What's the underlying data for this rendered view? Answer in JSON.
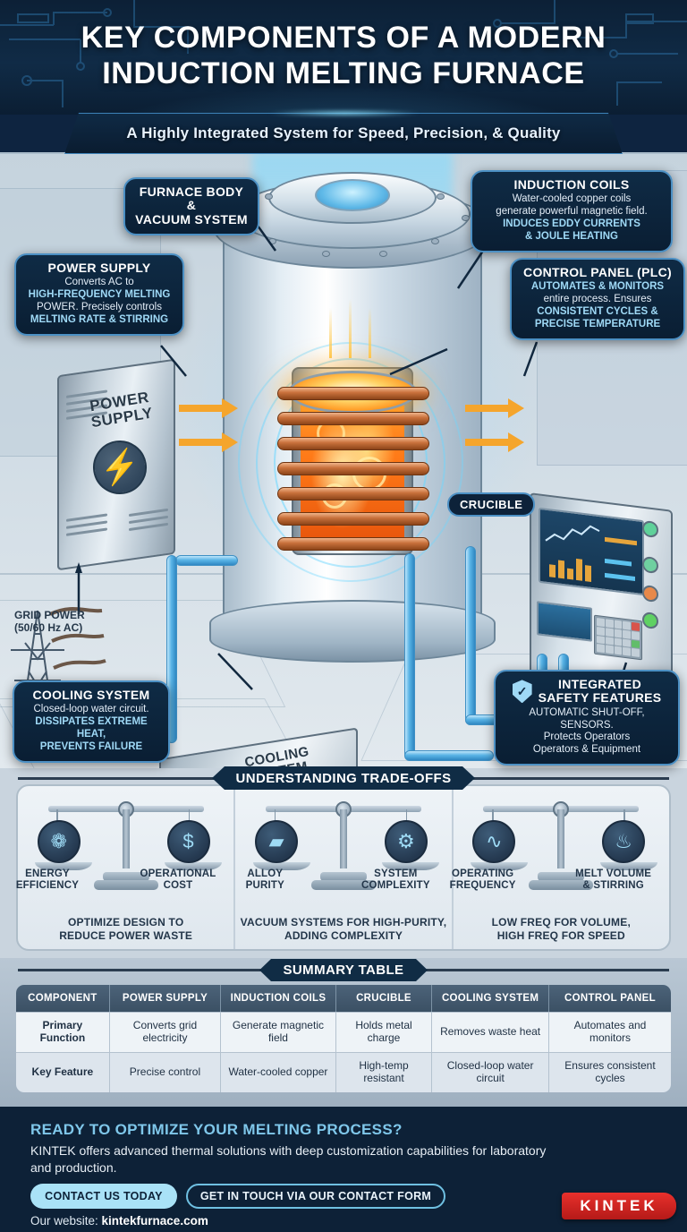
{
  "header": {
    "title_line1": "KEY COMPONENTS OF A MODERN",
    "title_line2": "INDUCTION MELTING FURNACE",
    "subtitle": "A Highly Integrated System for Speed, Precision, & Quality"
  },
  "colors": {
    "header_bg": "#0e2440",
    "callout_bg": "#0f2b45",
    "callout_border": "#4c90c4",
    "accent_cyan": "#9fd9f6",
    "accent_orange": "#f5a52c",
    "melt_orange": "#ff7a18",
    "brand_red": "#e8302c",
    "footer_bg": "#0d2137"
  },
  "diagram": {
    "callouts": [
      {
        "id": "furnace-body",
        "title": "FURNACE BODY &\nVACUUM SYSTEM",
        "title_l1": "FURNACE BODY &",
        "title_l2": "VACUUM SYSTEM",
        "body": ""
      },
      {
        "id": "power-supply",
        "title": "POWER SUPPLY",
        "body_l1": "Converts AC to",
        "body_l2": "HIGH-FREQUENCY MELTING",
        "body_l3": "POWER. Precisely controls",
        "body_l4": "MELTING RATE & STIRRING"
      },
      {
        "id": "induction-coils",
        "title": "INDUCTION COILS",
        "body_l1": "Water-cooled copper coils",
        "body_l2": "generate powerful magnetic field.",
        "body_l3": "INDUCES EDDY CURRENTS",
        "body_l4": "& JOULE HEATING"
      },
      {
        "id": "control-panel",
        "title": "CONTROL PANEL (PLC)",
        "body_l1": "AUTOMATES & MONITORS",
        "body_l2": "entire process. Ensures",
        "body_l3": "CONSISTENT CYCLES &",
        "body_l4": "PRECISE TEMPERATURE"
      },
      {
        "id": "cooling-system",
        "title": "COOLING SYSTEM",
        "body_l1": "Closed-loop water circuit.",
        "body_l2": "DISSIPATES EXTREME HEAT,",
        "body_l3": "PREVENTS FAILURE"
      },
      {
        "id": "safety",
        "title_l1": "INTEGRATED",
        "title_l2": "SAFETY FEATURES",
        "body_l1": "AUTOMATIC SHUT-OFF, SENSORS.",
        "body_l2": "Protects Operators",
        "body_l3": "Operators & Equipment"
      }
    ],
    "crucible_tag": "CRUCIBLE",
    "grid_power_l1": "GRID POWER",
    "grid_power_l2": "(50/60 Hz AC)",
    "machine_labels": {
      "power_supply_l1": "POWER",
      "power_supply_l2": "SUPPLY",
      "cooling_l1": "COOLING",
      "cooling_l2": "SYSTEM"
    },
    "icons": {
      "bolt": "⚡",
      "shield_check": "✓"
    }
  },
  "tradeoffs": {
    "banner": "UNDERSTANDING TRADE-OFFS",
    "items": [
      {
        "left_label_l1": "ENERGY",
        "left_label_l2": "EFFICIENCY",
        "left_icon": "leaf-icon",
        "left_glyph": "❁",
        "right_label_l1": "OPERATIONAL",
        "right_label_l2": "COST",
        "right_icon": "money-icon",
        "right_glyph": "$",
        "footer_l1": "OPTIMIZE DESIGN TO",
        "footer_l2": "REDUCE POWER WASTE"
      },
      {
        "left_label_l1": "ALLOY",
        "left_label_l2": "PURITY",
        "left_icon": "metal-ingot-icon",
        "left_glyph": "▰",
        "right_label_l1": "SYSTEM",
        "right_label_l2": "COMPLEXITY",
        "right_icon": "gears-icon",
        "right_glyph": "⚙",
        "footer_l1": "VACUUM SYSTEMS FOR HIGH-PURITY,",
        "footer_l2": "ADDING COMPLEXITY"
      },
      {
        "left_label_l1": "OPERATING",
        "left_label_l2": "FREQUENCY",
        "left_icon": "waveform-icon",
        "left_glyph": "∿",
        "right_label_l1": "MELT VOLUME",
        "right_label_l2": "& STIRRING",
        "right_icon": "crucible-pot-icon",
        "right_glyph": "♨",
        "footer_l1": "LOW FREQ FOR VOLUME,",
        "footer_l2": "HIGH FREQ FOR SPEED"
      }
    ]
  },
  "summary": {
    "banner": "SUMMARY TABLE",
    "headers": [
      "COMPONENT",
      "POWER SUPPLY",
      "INDUCTION COILS",
      "CRUCIBLE",
      "COOLING SYSTEM",
      "CONTROL PANEL"
    ],
    "rows": [
      {
        "label": "Primary Function",
        "cells": [
          "Converts grid electricity",
          "Generate magnetic field",
          "Holds metal charge",
          "Removes waste heat",
          "Automates and monitors"
        ]
      },
      {
        "label": "Key Feature",
        "cells": [
          "Precise control",
          "Water-cooled copper",
          "High-temp resistant",
          "Closed-loop water circuit",
          "Ensures consistent cycles"
        ]
      }
    ]
  },
  "footer": {
    "heading": "READY TO OPTIMIZE YOUR MELTING PROCESS?",
    "body": "KINTEK offers advanced thermal solutions with deep customization capabilities for laboratory and production.",
    "btn_primary": "CONTACT US TODAY",
    "btn_secondary": "GET IN TOUCH VIA OUR CONTACT FORM",
    "website_prefix": "Our website: ",
    "website": "kintekfurnace.com",
    "logo": "KINTEK"
  }
}
